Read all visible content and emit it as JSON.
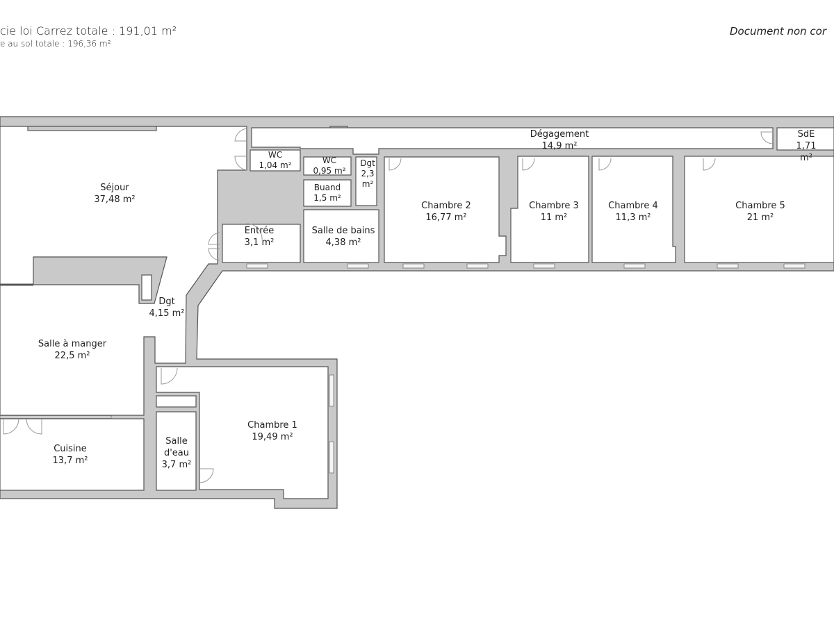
{
  "header": {
    "carrez_total": "cie loi Carrez totale : 191,01 m²",
    "sol_total": "e au sol totale : 196,36 m²",
    "disclaimer": "Document non cor"
  },
  "colors": {
    "wall": "#c9c9c9",
    "outline": "#555555",
    "room": "#ffffff"
  },
  "rooms": {
    "sejour": {
      "name": "Séjour",
      "area": "37,48 m²"
    },
    "wc1": {
      "name": "WC",
      "area": "1,04 m²"
    },
    "wc2": {
      "name": "WC",
      "area": "0,95 m²"
    },
    "dgt2": {
      "name": "Dgt",
      "area": "2,3 m²"
    },
    "buand": {
      "name": "Buand",
      "area": "1,5 m²"
    },
    "entree": {
      "name": "Entrée",
      "area": "3,1 m²"
    },
    "sdb": {
      "name": "Salle de bains",
      "area": "4,38 m²"
    },
    "degagement": {
      "name": "Dégagement",
      "area": "14,9 m²"
    },
    "sde": {
      "name": "SdE",
      "area": "1,71 m²"
    },
    "chambre2": {
      "name": "Chambre 2",
      "area": "16,77 m²"
    },
    "chambre3": {
      "name": "Chambre 3",
      "area": "11 m²"
    },
    "chambre4": {
      "name": "Chambre 4",
      "area": "11,3 m²"
    },
    "chambre5": {
      "name": "Chambre 5",
      "area": "21 m²"
    },
    "dgt": {
      "name": "Dgt",
      "area": "4,15 m²"
    },
    "salle_a_manger": {
      "name": "Salle à manger",
      "area": "22,5 m²"
    },
    "cuisine": {
      "name": "Cuisine",
      "area": "13,7 m²"
    },
    "salle_deau": {
      "name": "Salle d'eau",
      "area": "3,7 m²"
    },
    "chambre1": {
      "name": "Chambre 1",
      "area": "19,49 m²"
    }
  }
}
